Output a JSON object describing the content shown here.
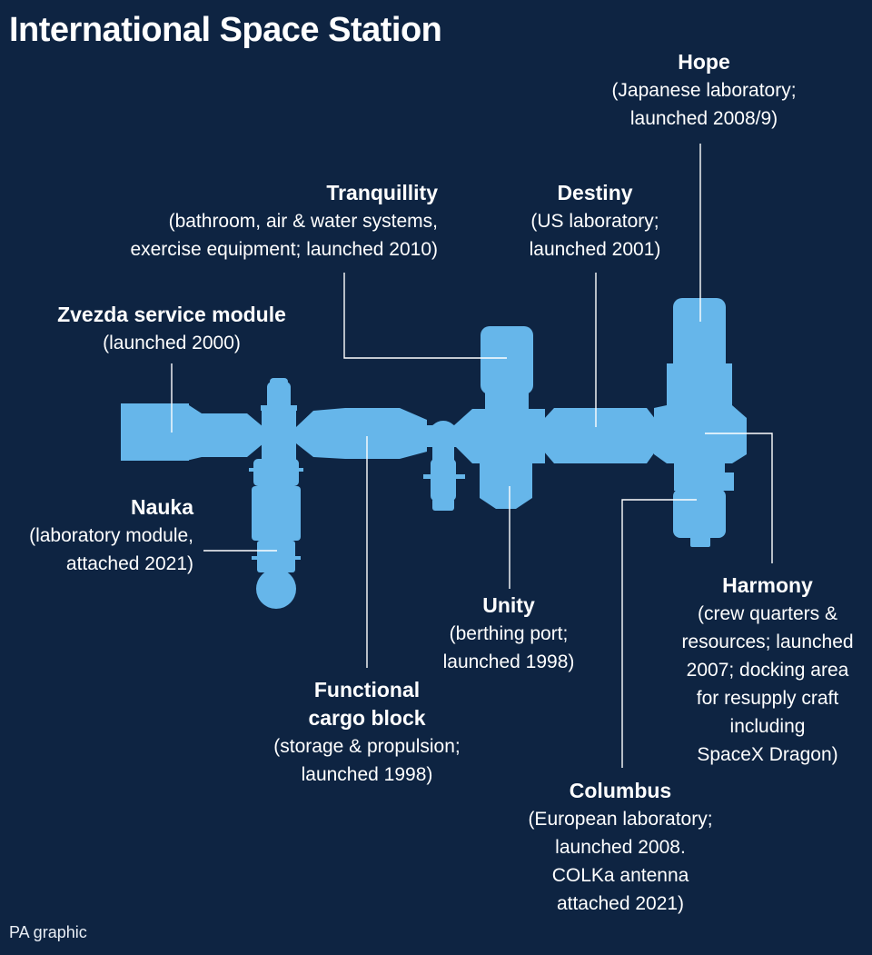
{
  "title": "International Space Station",
  "credit": "PA graphic",
  "colors": {
    "background": "#0e2442",
    "station": "#66b6ea",
    "text": "#ffffff"
  },
  "modules": {
    "hope": {
      "name": "Hope",
      "desc": [
        "(Japanese laboratory;",
        "launched 2008/9)"
      ]
    },
    "tranquillity": {
      "name": "Tranquillity",
      "desc": [
        "(bathroom, air & water systems,",
        "exercise equipment; launched 2010)"
      ]
    },
    "destiny": {
      "name": "Destiny",
      "desc": [
        "(US laboratory;",
        "launched 2001)"
      ]
    },
    "zvezda": {
      "name": "Zvezda service module",
      "desc": [
        "(launched 2000)"
      ]
    },
    "nauka": {
      "name": "Nauka",
      "desc": [
        "(laboratory module,",
        "attached 2021)"
      ]
    },
    "unity": {
      "name": "Unity",
      "desc": [
        "(berthing port;",
        "launched 1998)"
      ]
    },
    "harmony": {
      "name": "Harmony",
      "desc": [
        "(crew quarters &",
        "resources; launched",
        "2007; docking area",
        "for resupply craft",
        "including",
        "SpaceX Dragon)"
      ]
    },
    "fgb": {
      "name": "Functional\ncargo block",
      "desc": [
        "(storage & propulsion;",
        "launched 1998)"
      ]
    },
    "columbus": {
      "name": "Columbus",
      "desc": [
        "(European laboratory;",
        "launched 2008.",
        "COLKa antenna",
        "attached 2021)"
      ]
    }
  }
}
